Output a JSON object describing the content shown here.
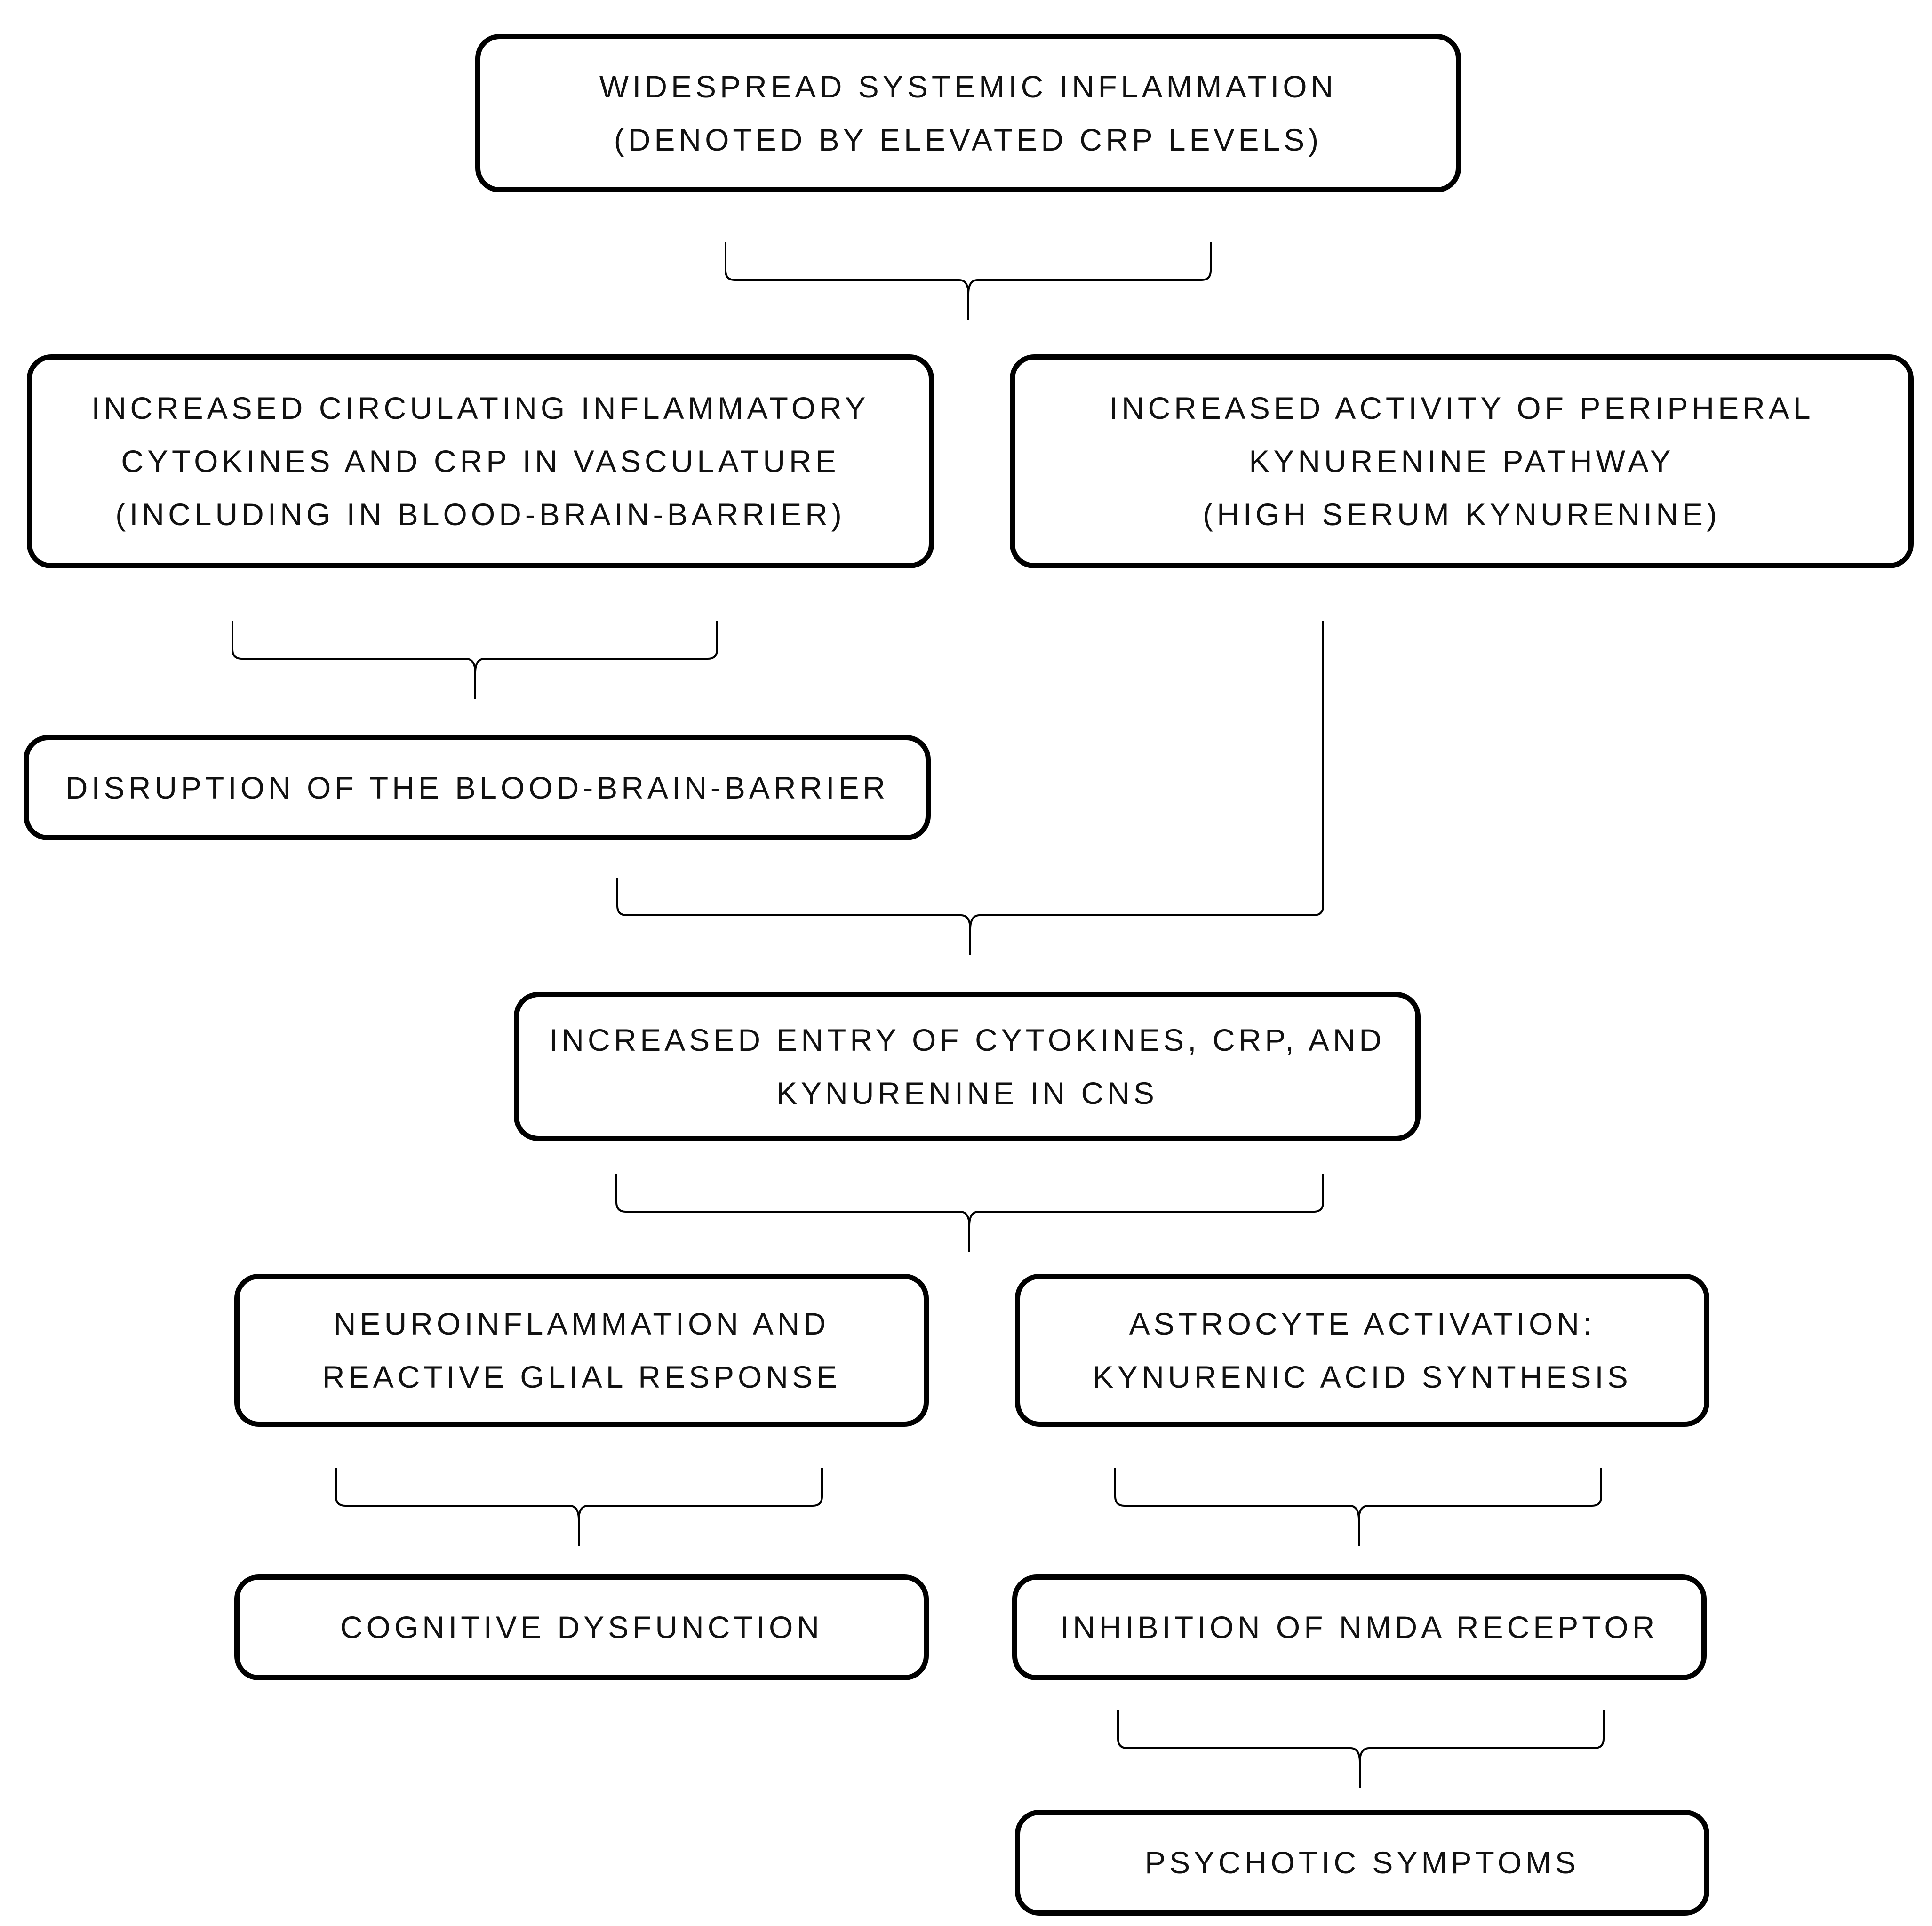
{
  "boxes": {
    "systemic_inflammation": {
      "lines": [
        "WIDESPREAD SYSTEMIC INFLAMMATION",
        "(DENOTED BY ELEVATED CRP LEVELS)"
      ]
    },
    "circulating_cytokines": {
      "lines": [
        "INCREASED CIRCULATING INFLAMMATORY",
        "CYTOKINES AND CRP IN VASCULATURE",
        "(INCLUDING IN BLOOD-BRAIN-BARRIER)"
      ]
    },
    "kynurenine_pathway": {
      "lines": [
        "INCREASED ACTIVITY OF PERIPHERAL",
        "KYNURENINE PATHWAY",
        "(HIGH SERUM KYNURENINE)"
      ]
    },
    "bbb_disruption": {
      "lines": [
        "DISRUPTION OF THE BLOOD-BRAIN-BARRIER"
      ]
    },
    "cns_entry": {
      "lines": [
        "INCREASED ENTRY OF CYTOKINES, CRP, AND",
        "KYNURENINE IN CNS"
      ]
    },
    "neuroinflammation": {
      "lines": [
        "NEUROINFLAMMATION AND",
        "REACTIVE GLIAL RESPONSE"
      ]
    },
    "astrocyte_activation": {
      "lines": [
        "ASTROCYTE ACTIVATION:",
        "KYNURENIC ACID SYNTHESIS"
      ]
    },
    "cognitive_dysfunction": {
      "lines": [
        "COGNITIVE DYSFUNCTION"
      ]
    },
    "nmda_inhibition": {
      "lines": [
        "INHIBITION OF NMDA RECEPTOR"
      ]
    },
    "psychotic_symptoms": {
      "lines": [
        "PSYCHOTIC SYMPTOMS"
      ]
    }
  }
}
